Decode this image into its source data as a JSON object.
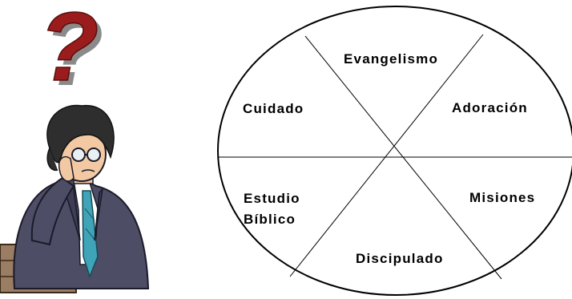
{
  "diagram": {
    "segments": [
      {
        "id": "evangelismo",
        "lines": [
          "Evangelismo"
        ]
      },
      {
        "id": "adoracion",
        "lines": [
          "Adoración"
        ]
      },
      {
        "id": "misiones",
        "lines": [
          "Misiones"
        ]
      },
      {
        "id": "discipulado",
        "lines": [
          "Discipulado"
        ]
      },
      {
        "id": "estudio-biblico",
        "lines": [
          "Estudio",
          "Bíblico"
        ]
      },
      {
        "id": "cuidado",
        "lines": [
          "Cuidado"
        ]
      }
    ]
  },
  "decorations": {
    "question_mark": {
      "glyph": "?",
      "color": "#9b1c1c",
      "shadow": "#8a8a8a"
    },
    "thinking_man": {
      "suit_color": "#4d4d66",
      "tie_color": "#3fa4b8",
      "hair_color": "#2e2e2e"
    }
  }
}
